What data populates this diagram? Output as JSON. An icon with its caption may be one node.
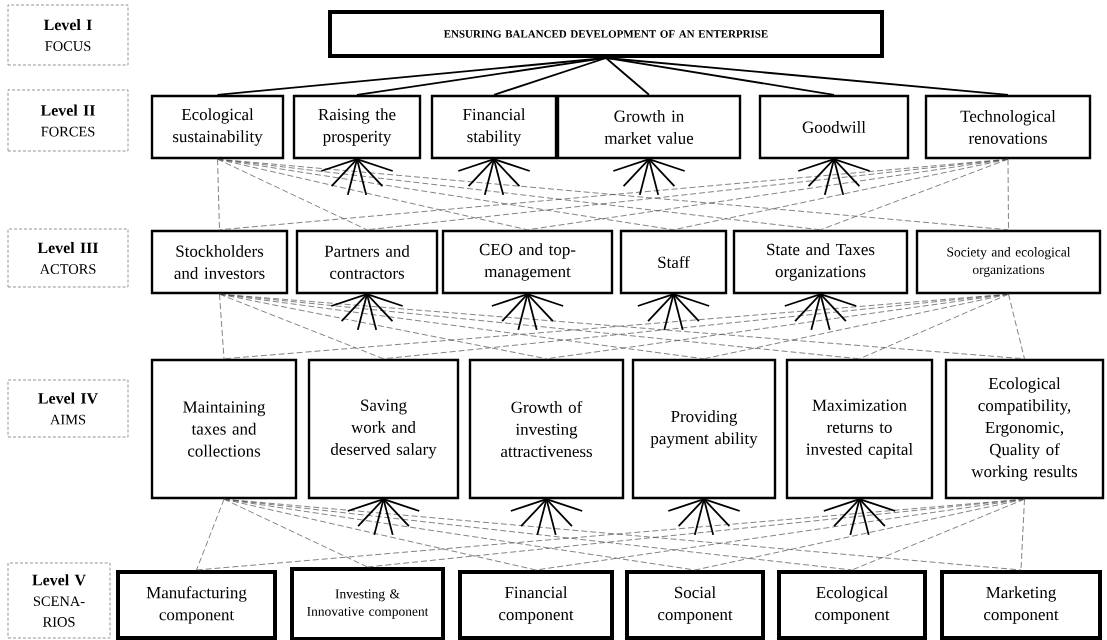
{
  "diagram": {
    "nodes": [
      {
        "text": [
          "Level I",
          "FOCUS"
        ]
      },
      {
        "text": [
          "ENSURING BALANCED DEVELOPMENT OF AN ENTERPRISE"
        ]
      },
      {
        "text": [
          "Level II",
          "FORCES"
        ]
      },
      {
        "text": [
          "Ecological sustainability"
        ]
      },
      {
        "text": [
          "Raising the prosperity"
        ]
      },
      {
        "text": [
          "Financial stability"
        ]
      },
      {
        "text": [
          "Growth in market value"
        ]
      },
      {
        "text": [
          "Goodwill"
        ]
      },
      {
        "text": [
          "Technological renovations"
        ]
      },
      {
        "text": [
          "Level III",
          "ACTORS"
        ]
      },
      {
        "text": [
          "Stockholders and investors"
        ]
      },
      {
        "text": [
          "Partners and contractors"
        ]
      },
      {
        "text": [
          "CEO and top-management"
        ]
      },
      {
        "text": [
          "Staff"
        ]
      },
      {
        "text": [
          "State and Taxes organizations"
        ]
      },
      {
        "text": [
          "Society and ecological organizations"
        ]
      },
      {
        "text": [
          "Level IV",
          "AIMS"
        ]
      },
      {
        "text": [
          "Maintaining taxes and collections"
        ]
      },
      {
        "text": [
          "Saving work and deserved salary"
        ]
      },
      {
        "text": [
          "Growth of investing attractiveness"
        ]
      },
      {
        "text": [
          "Providing payment ability"
        ]
      },
      {
        "text": [
          "Maximization returns to invested capital"
        ]
      },
      {
        "text": [
          "Ecological compatibility, Ergonomic, Quality of working results"
        ]
      },
      {
        "text": [
          "Level V",
          "SCENA-RIOS"
        ]
      },
      {
        "text": [
          "Manufacturing component"
        ]
      },
      {
        "text": [
          "Investing & Innovative component"
        ]
      },
      {
        "text": [
          "Financial component"
        ]
      },
      {
        "text": [
          "Social component"
        ]
      },
      {
        "text": [
          "Ecological component"
        ]
      },
      {
        "text": [
          "Marketing component"
        ]
      }
    ],
    "edges": [
      {
        "from": 1,
        "to": 3,
        "arrow": "none"
      },
      {
        "from": 1,
        "to": 4,
        "arrow": "none"
      },
      {
        "from": 1,
        "to": 5,
        "arrow": "none"
      },
      {
        "from": 1,
        "to": 6,
        "arrow": "none"
      },
      {
        "from": 1,
        "to": 7,
        "arrow": "none"
      },
      {
        "from": 1,
        "to": 8,
        "arrow": "none"
      },
      {
        "from": 3,
        "to": 10,
        "arrow": "none",
        "style": "dashed"
      },
      {
        "from": 3,
        "to": 11,
        "arrow": "none",
        "style": "dashed"
      },
      {
        "from": 3,
        "to": 12,
        "arrow": "none",
        "style": "dashed"
      },
      {
        "from": 3,
        "to": 13,
        "arrow": "none",
        "style": "dashed"
      },
      {
        "from": 3,
        "to": 14,
        "arrow": "none",
        "style": "dashed"
      },
      {
        "from": 3,
        "to": 15,
        "arrow": "none",
        "style": "dashed"
      },
      {
        "from": 8,
        "to": 10,
        "arrow": "none",
        "style": "dashed"
      },
      {
        "from": 8,
        "to": 11,
        "arrow": "none",
        "style": "dashed"
      },
      {
        "from": 8,
        "to": 12,
        "arrow": "none",
        "style": "dashed"
      },
      {
        "from": 8,
        "to": 13,
        "arrow": "none",
        "style": "dashed"
      },
      {
        "from": 8,
        "to": 14,
        "arrow": "none",
        "style": "dashed"
      },
      {
        "from": 8,
        "to": 15,
        "arrow": "none",
        "style": "dashed"
      },
      {
        "from": 4,
        "to": null,
        "arrow": "none"
      },
      {
        "from": 4,
        "to": null,
        "arrow": "none"
      },
      {
        "from": 4,
        "to": null,
        "arrow": "none"
      },
      {
        "from": 4,
        "to": null,
        "arrow": "none"
      },
      {
        "from": 4,
        "to": null,
        "arrow": "none"
      },
      {
        "from": 4,
        "to": null,
        "arrow": "none"
      },
      {
        "from": 5,
        "to": null,
        "arrow": "none"
      },
      {
        "from": 5,
        "to": null,
        "arrow": "none"
      },
      {
        "from": 5,
        "to": null,
        "arrow": "none"
      },
      {
        "from": 5,
        "to": null,
        "arrow": "none"
      },
      {
        "from": 5,
        "to": null,
        "arrow": "none"
      },
      {
        "from": 5,
        "to": null,
        "arrow": "none"
      },
      {
        "from": 6,
        "to": null,
        "arrow": "none"
      },
      {
        "from": 6,
        "to": null,
        "arrow": "none"
      },
      {
        "from": 6,
        "to": null,
        "arrow": "none"
      },
      {
        "from": 6,
        "to": null,
        "arrow": "none"
      },
      {
        "from": 6,
        "to": null,
        "arrow": "none"
      },
      {
        "from": 6,
        "to": null,
        "arrow": "none"
      },
      {
        "from": 7,
        "to": null,
        "arrow": "none"
      },
      {
        "from": 7,
        "to": null,
        "arrow": "none"
      },
      {
        "from": 7,
        "to": null,
        "arrow": "none"
      },
      {
        "from": 7,
        "to": null,
        "arrow": "none"
      },
      {
        "from": 7,
        "to": null,
        "arrow": "none"
      },
      {
        "from": 7,
        "to": null,
        "arrow": "none"
      },
      {
        "from": 10,
        "to": 17,
        "arrow": "none",
        "style": "dashed"
      },
      {
        "from": 10,
        "to": 18,
        "arrow": "none",
        "style": "dashed"
      },
      {
        "from": 10,
        "to": 19,
        "arrow": "none",
        "style": "dashed"
      },
      {
        "from": 10,
        "to": 20,
        "arrow": "none",
        "style": "dashed"
      },
      {
        "from": 10,
        "to": 21,
        "arrow": "none",
        "style": "dashed"
      },
      {
        "from": 10,
        "to": 22,
        "arrow": "none",
        "style": "dashed"
      },
      {
        "from": 15,
        "to": 17,
        "arrow": "none",
        "style": "dashed"
      },
      {
        "from": 15,
        "to": 18,
        "arrow": "none",
        "style": "dashed"
      },
      {
        "from": 15,
        "to": 19,
        "arrow": "none",
        "style": "dashed"
      },
      {
        "from": 15,
        "to": 20,
        "arrow": "none",
        "style": "dashed"
      },
      {
        "from": 15,
        "to": 21,
        "arrow": "none",
        "style": "dashed"
      },
      {
        "from": 15,
        "to": 22,
        "arrow": "none",
        "style": "dashed"
      },
      {
        "from": 11,
        "to": null,
        "arrow": "none"
      },
      {
        "from": 11,
        "to": null,
        "arrow": "none"
      },
      {
        "from": 11,
        "to": null,
        "arrow": "none"
      },
      {
        "from": 11,
        "to": null,
        "arrow": "none"
      },
      {
        "from": 11,
        "to": null,
        "arrow": "none"
      },
      {
        "from": 11,
        "to": null,
        "arrow": "none"
      },
      {
        "from": 12,
        "to": null,
        "arrow": "none"
      },
      {
        "from": 12,
        "to": null,
        "arrow": "none"
      },
      {
        "from": 12,
        "to": null,
        "arrow": "none"
      },
      {
        "from": 12,
        "to": null,
        "arrow": "none"
      },
      {
        "from": 12,
        "to": null,
        "arrow": "none"
      },
      {
        "from": 12,
        "to": null,
        "arrow": "none"
      },
      {
        "from": 13,
        "to": null,
        "arrow": "none"
      },
      {
        "from": 13,
        "to": null,
        "arrow": "none"
      },
      {
        "from": 13,
        "to": null,
        "arrow": "none"
      },
      {
        "from": 13,
        "to": null,
        "arrow": "none"
      },
      {
        "from": 13,
        "to": null,
        "arrow": "none"
      },
      {
        "from": 13,
        "to": null,
        "arrow": "none"
      },
      {
        "from": 14,
        "to": null,
        "arrow": "none"
      },
      {
        "from": 14,
        "to": null,
        "arrow": "none"
      },
      {
        "from": 14,
        "to": null,
        "arrow": "none"
      },
      {
        "from": 14,
        "to": null,
        "arrow": "none"
      },
      {
        "from": 14,
        "to": null,
        "arrow": "none"
      },
      {
        "from": 14,
        "to": null,
        "arrow": "none"
      },
      {
        "from": 17,
        "to": 24,
        "arrow": "none",
        "style": "dashed"
      },
      {
        "from": 17,
        "to": 25,
        "arrow": "none",
        "style": "dashed"
      },
      {
        "from": 17,
        "to": 26,
        "arrow": "none",
        "style": "dashed"
      },
      {
        "from": 17,
        "to": 27,
        "arrow": "none",
        "style": "dashed"
      },
      {
        "from": 17,
        "to": 28,
        "arrow": "none",
        "style": "dashed"
      },
      {
        "from": 17,
        "to": 29,
        "arrow": "none",
        "style": "dashed"
      },
      {
        "from": 22,
        "to": 24,
        "arrow": "none",
        "style": "dashed"
      },
      {
        "from": 22,
        "to": 25,
        "arrow": "none",
        "style": "dashed"
      },
      {
        "from": 22,
        "to": 26,
        "arrow": "none",
        "style": "dashed"
      },
      {
        "from": 22,
        "to": 27,
        "arrow": "none",
        "style": "dashed"
      },
      {
        "from": 22,
        "to": 28,
        "arrow": "none",
        "style": "dashed"
      },
      {
        "from": 22,
        "to": 29,
        "arrow": "none",
        "style": "dashed"
      },
      {
        "from": 18,
        "to": null,
        "arrow": "none"
      },
      {
        "from": 18,
        "to": null,
        "arrow": "none"
      },
      {
        "from": 18,
        "to": null,
        "arrow": "none"
      },
      {
        "from": 18,
        "to": null,
        "arrow": "none"
      },
      {
        "from": 18,
        "to": null,
        "arrow": "none"
      },
      {
        "from": 18,
        "to": null,
        "arrow": "none"
      },
      {
        "from": 19,
        "to": null,
        "arrow": "none"
      },
      {
        "from": 19,
        "to": null,
        "arrow": "none"
      },
      {
        "from": 19,
        "to": null,
        "arrow": "none"
      },
      {
        "from": 19,
        "to": null,
        "arrow": "none"
      },
      {
        "from": 19,
        "to": null,
        "arrow": "none"
      },
      {
        "from": 19,
        "to": null,
        "arrow": "none"
      },
      {
        "from": 20,
        "to": null,
        "arrow": "none"
      },
      {
        "from": 20,
        "to": null,
        "arrow": "none"
      },
      {
        "from": 20,
        "to": null,
        "arrow": "none"
      },
      {
        "from": 20,
        "to": null,
        "arrow": "none"
      },
      {
        "from": 20,
        "to": null,
        "arrow": "none"
      },
      {
        "from": 20,
        "to": null,
        "arrow": "none"
      },
      {
        "from": 21,
        "to": null,
        "arrow": "none"
      },
      {
        "from": 21,
        "to": null,
        "arrow": "none"
      },
      {
        "from": 21,
        "to": null,
        "arrow": "none"
      },
      {
        "from": 21,
        "to": null,
        "arrow": "none"
      },
      {
        "from": 21,
        "to": null,
        "arrow": "none"
      },
      {
        "from": 21,
        "to": null,
        "arrow": "none"
      }
    ]
  }
}
